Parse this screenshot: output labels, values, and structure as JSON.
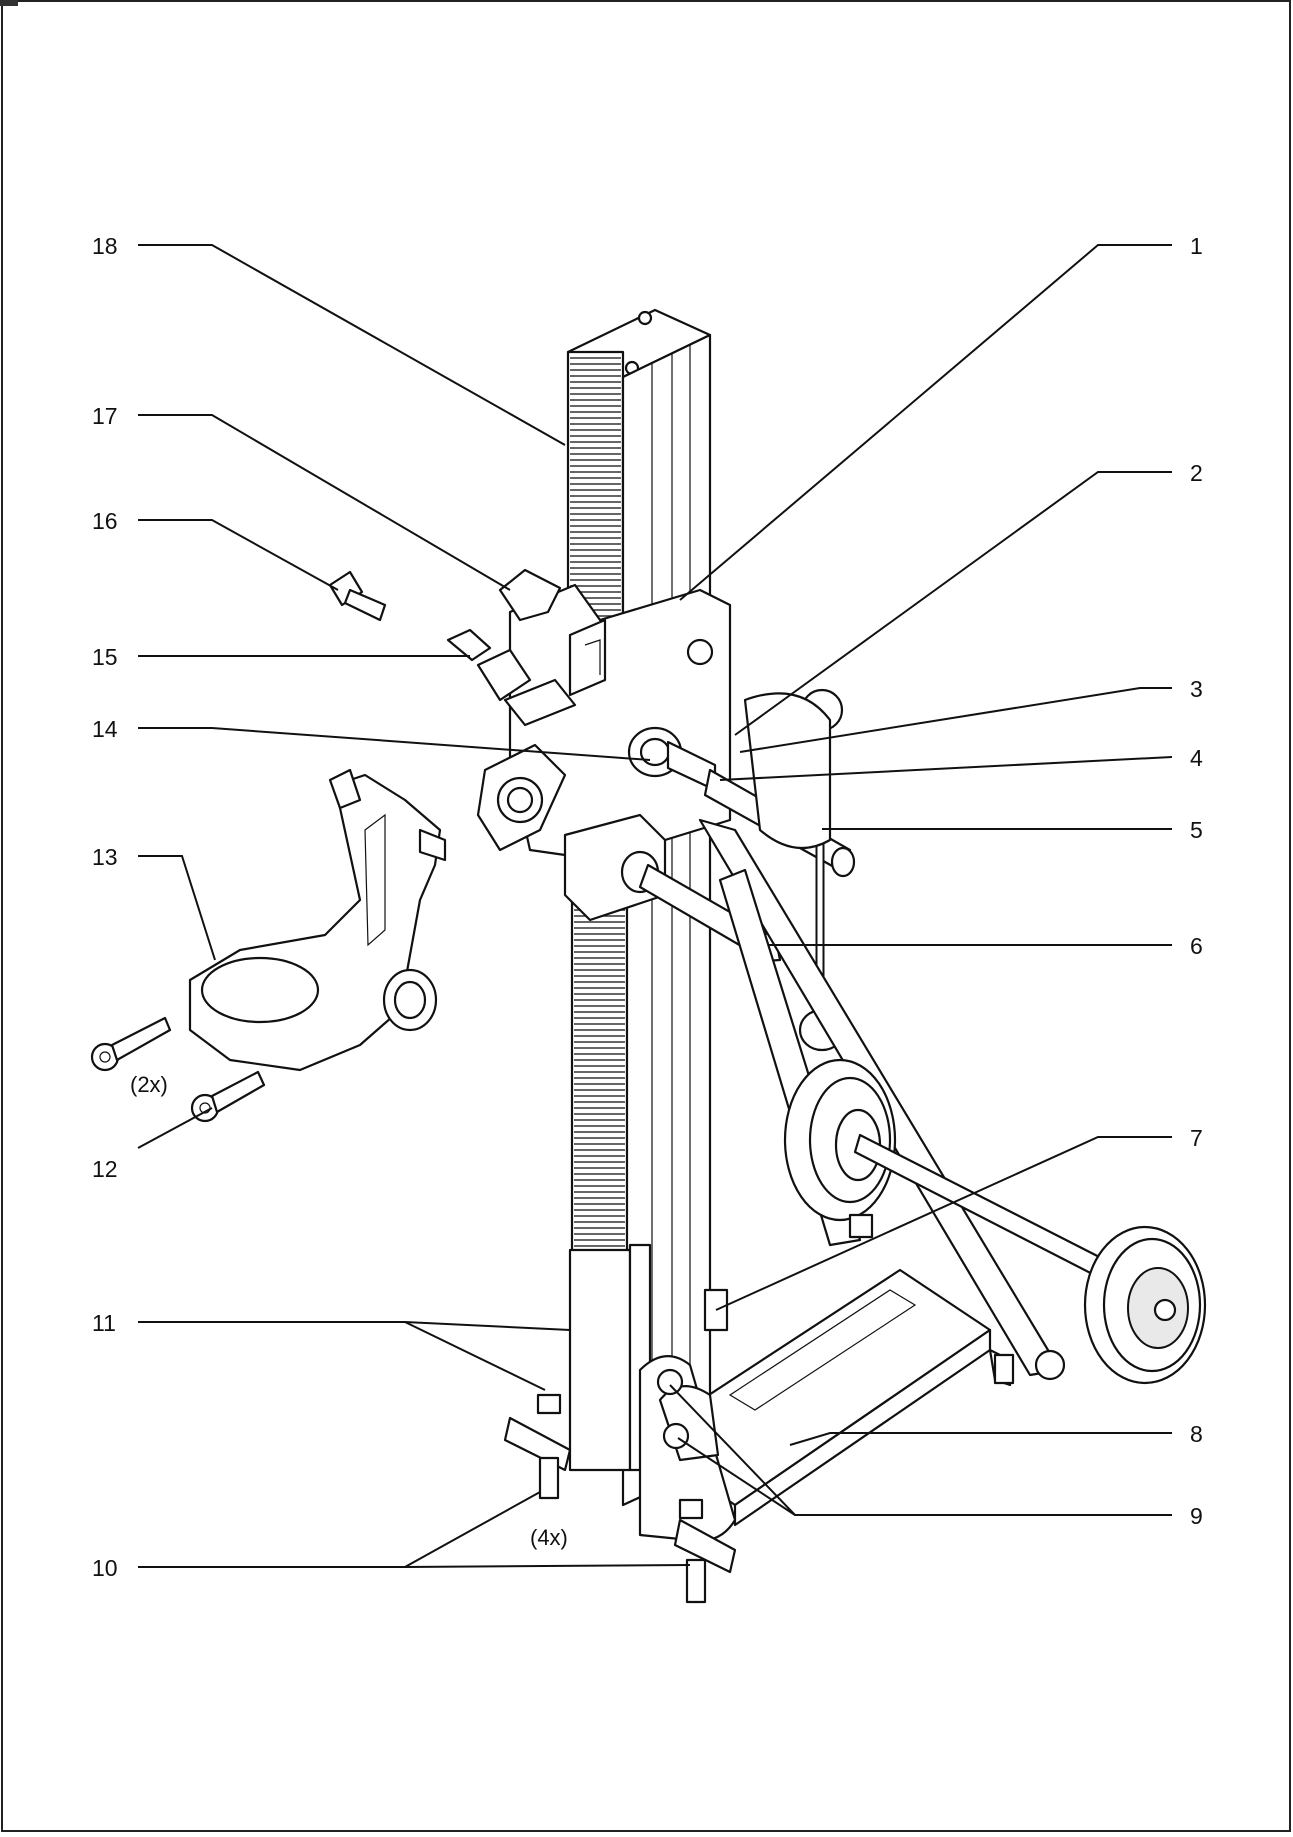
{
  "callouts": [
    {
      "id": "1",
      "label": "1"
    },
    {
      "id": "2",
      "label": "2"
    },
    {
      "id": "3",
      "label": "3"
    },
    {
      "id": "4",
      "label": "4"
    },
    {
      "id": "5",
      "label": "5"
    },
    {
      "id": "6",
      "label": "6"
    },
    {
      "id": "7",
      "label": "7"
    },
    {
      "id": "8",
      "label": "8"
    },
    {
      "id": "9",
      "label": "9"
    },
    {
      "id": "10",
      "label": "10"
    },
    {
      "id": "11",
      "label": "11"
    },
    {
      "id": "12",
      "label": "12"
    },
    {
      "id": "13",
      "label": "13"
    },
    {
      "id": "14",
      "label": "14"
    },
    {
      "id": "15",
      "label": "15"
    },
    {
      "id": "16",
      "label": "16"
    },
    {
      "id": "17",
      "label": "17"
    },
    {
      "id": "18",
      "label": "18"
    }
  ],
  "quantity_notes": {
    "screws_12": "(2x)",
    "feet_10": "(4x)"
  }
}
